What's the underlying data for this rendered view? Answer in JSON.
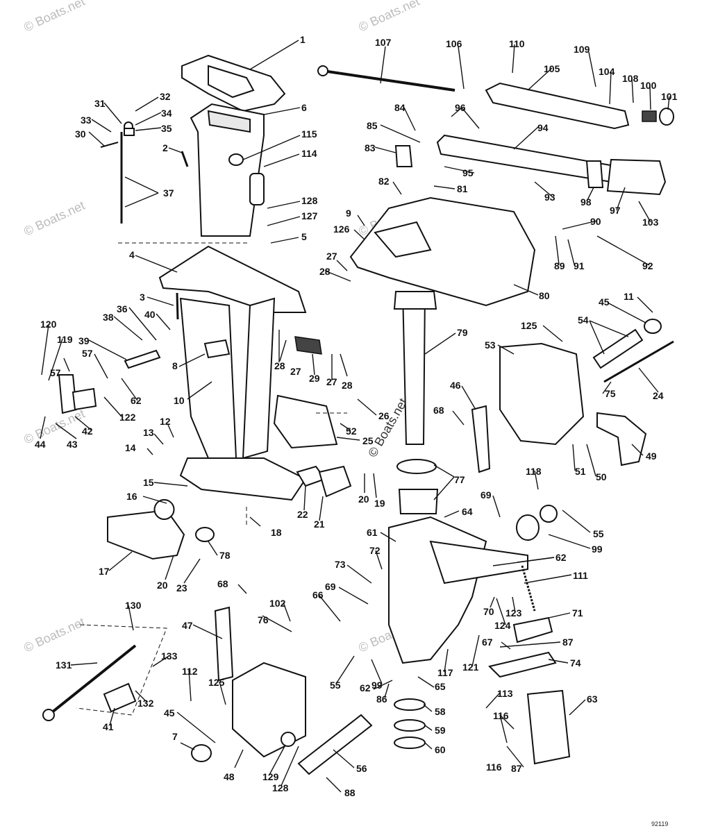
{
  "diagram": {
    "reference_code": "92119",
    "watermark_text": "© Boats.net",
    "watermark_center_text": "© Boats.net",
    "part_labels": [
      "1",
      "2",
      "3",
      "4",
      "5",
      "6",
      "7",
      "8",
      "9",
      "10",
      "11",
      "12",
      "13",
      "14",
      "15",
      "16",
      "17",
      "18",
      "19",
      "20",
      "20",
      "21",
      "22",
      "23",
      "24",
      "25",
      "26",
      "27",
      "27",
      "27",
      "28",
      "28",
      "28",
      "29",
      "30",
      "31",
      "32",
      "33",
      "34",
      "35",
      "36",
      "37",
      "38",
      "39",
      "40",
      "41",
      "42",
      "43",
      "44",
      "45",
      "45",
      "46",
      "47",
      "48",
      "49",
      "50",
      "51",
      "52",
      "53",
      "54",
      "55",
      "55",
      "56",
      "57",
      "57",
      "58",
      "59",
      "60",
      "61",
      "62",
      "62",
      "62",
      "63",
      "64",
      "65",
      "66",
      "67",
      "68",
      "68",
      "69",
      "69",
      "70",
      "71",
      "72",
      "73",
      "74",
      "75",
      "76",
      "77",
      "78",
      "79",
      "80",
      "81",
      "82",
      "83",
      "84",
      "85",
      "86",
      "87",
      "87",
      "88",
      "89",
      "90",
      "91",
      "92",
      "93",
      "94",
      "95",
      "96",
      "97",
      "98",
      "99",
      "99",
      "100",
      "101",
      "102",
      "103",
      "104",
      "105",
      "106",
      "107",
      "108",
      "109",
      "110",
      "111",
      "112",
      "113",
      "114",
      "115",
      "116",
      "116",
      "117",
      "118",
      "119",
      "120",
      "121",
      "122",
      "123",
      "124",
      "125",
      "125",
      "126",
      "127",
      "128",
      "128",
      "129",
      "130",
      "131",
      "132",
      "133"
    ]
  }
}
